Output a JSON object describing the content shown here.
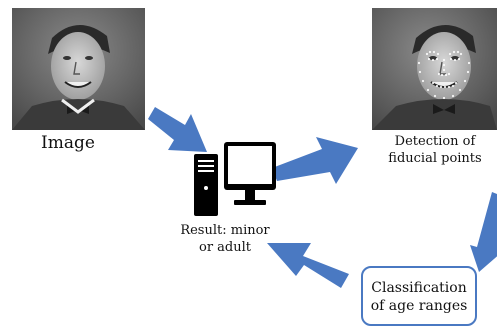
{
  "diagram": {
    "image_label": "Image",
    "detection_label_line1": "Detection of",
    "detection_label_line2": "fiducial points",
    "result_label_line1": "Result: minor",
    "result_label_line2": "or adult",
    "classification_label_line1": "Classification",
    "classification_label_line2": "of age ranges"
  },
  "colors": {
    "arrow": "#4a79c2",
    "box_border": "#4a79c2",
    "text": "#111111"
  },
  "icons": {
    "computer": "desktop-computer-icon"
  }
}
